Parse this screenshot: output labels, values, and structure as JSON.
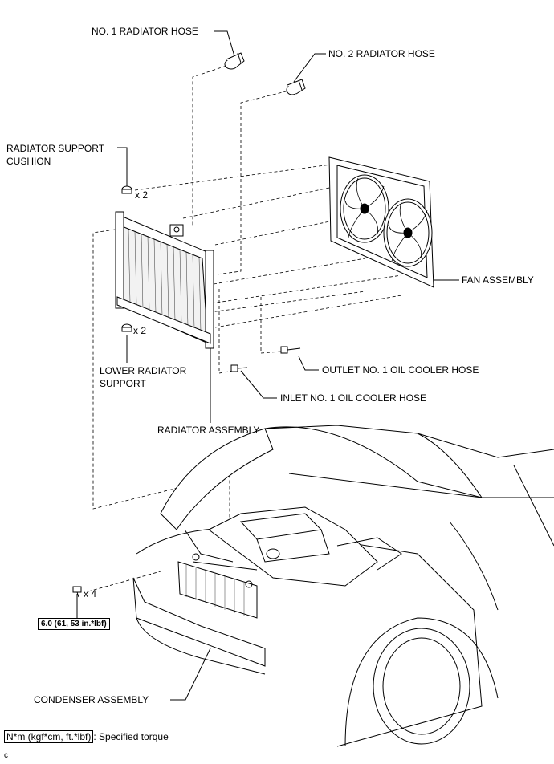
{
  "labels": {
    "no1_radiator_hose": "NO. 1 RADIATOR HOSE",
    "no2_radiator_hose": "NO. 2 RADIATOR HOSE",
    "radiator_support_cushion_line1": "RADIATOR SUPPORT",
    "radiator_support_cushion_line2": "CUSHION",
    "fan_assembly": "FAN ASSEMBLY",
    "lower_radiator_support_line1": "LOWER RADIATOR",
    "lower_radiator_support_line2": "SUPPORT",
    "outlet_oil_cooler_hose": "OUTLET NO. 1 OIL COOLER HOSE",
    "inlet_oil_cooler_hose": "INLET NO. 1 OIL COOLER HOSE",
    "radiator_assembly": "RADIATOR ASSEMBLY",
    "condenser_assembly": "CONDENSER ASSEMBLY"
  },
  "quantities": {
    "cushion_qty": "x 2",
    "lower_support_qty": "x 2",
    "bolt_qty": "x 4"
  },
  "torque": {
    "value": "6.0 (61, 53 in.*lbf)"
  },
  "legend": {
    "units": "N*m (kgf*cm, ft.*lbf)",
    "description": ": Specified torque"
  },
  "corner_code": "c"
}
